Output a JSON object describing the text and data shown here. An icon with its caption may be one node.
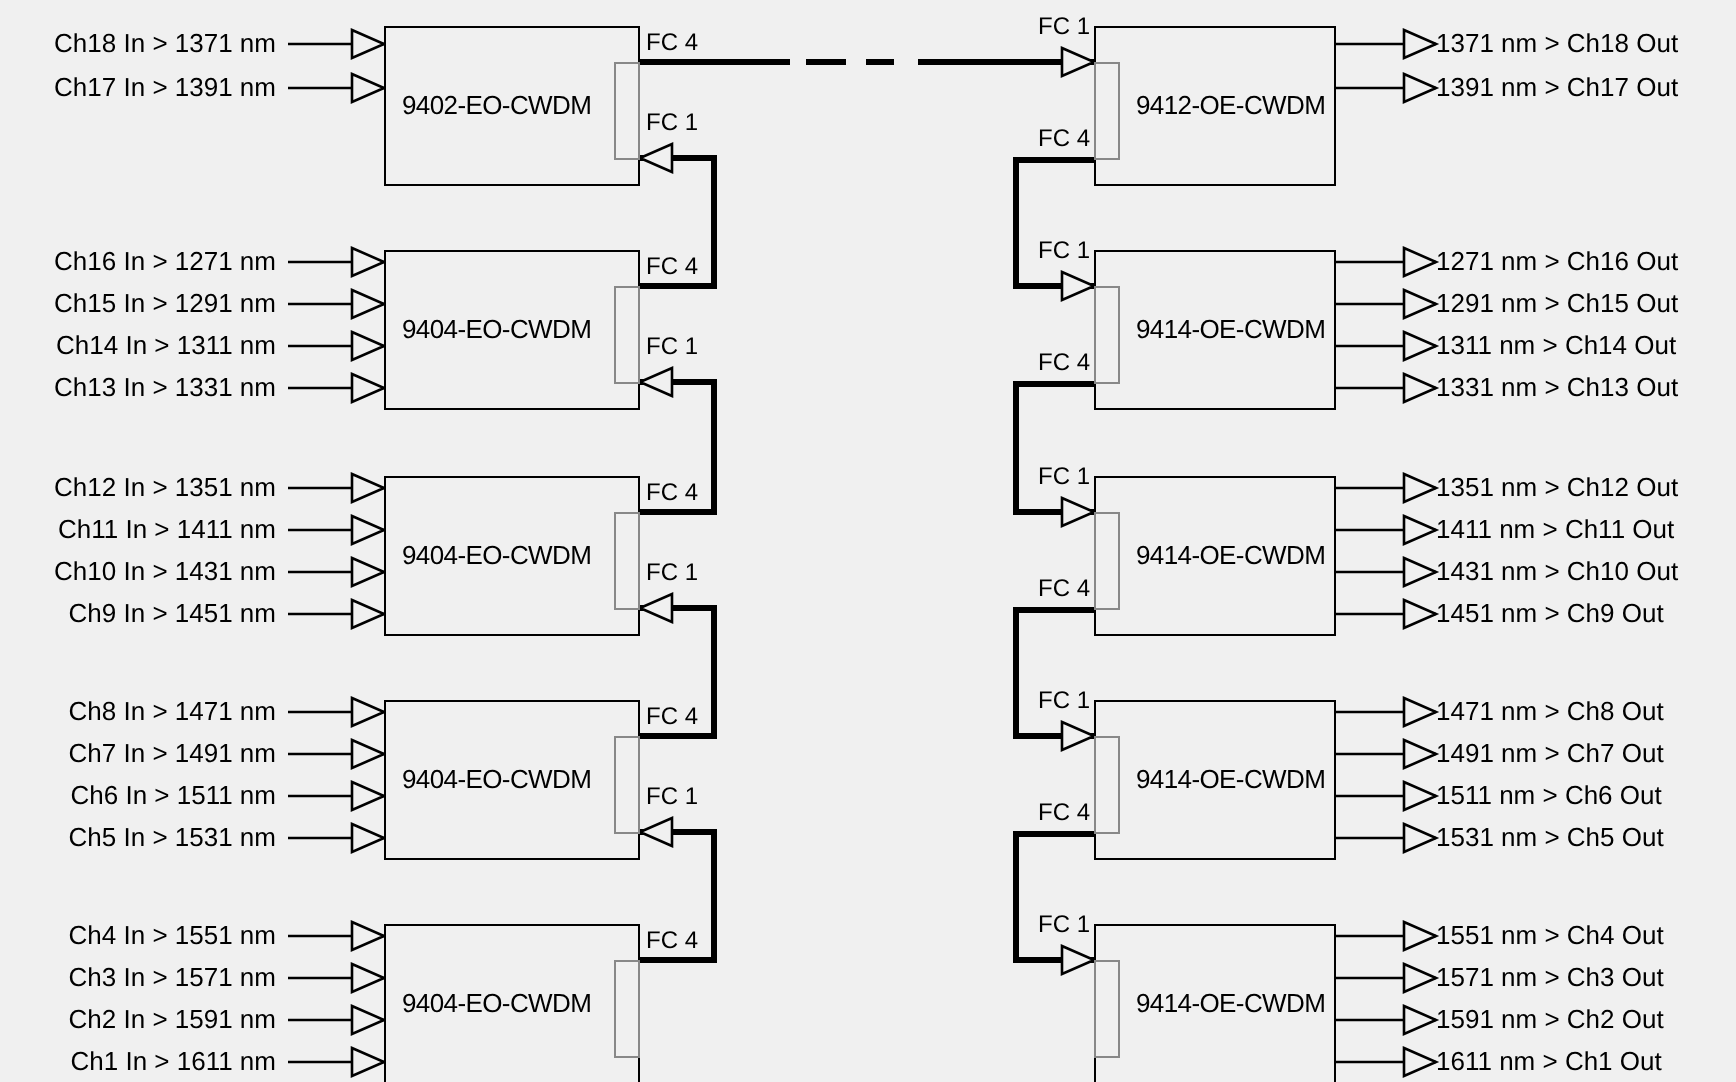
{
  "diagram": {
    "nodes": [
      {
        "text": [
          "Ch18 In > 1371 nm"
        ]
      },
      {
        "text": [
          "Ch17 In > 1391 nm"
        ]
      },
      {
        "text": [
          "9402-EO-CWDM"
        ],
        "beside": [
          "FC 4",
          "FC 1"
        ]
      },
      {
        "text": [
          "9412-OE-CWDM"
        ],
        "beside": [
          "FC 1",
          "FC 4"
        ]
      },
      {
        "text": [
          "1371 nm > Ch18 Out"
        ]
      },
      {
        "text": [
          "1391 nm > Ch17 Out"
        ]
      },
      {
        "text": [
          "Ch16 In > 1271 nm"
        ]
      },
      {
        "text": [
          "Ch15 In > 1291 nm"
        ]
      },
      {
        "text": [
          "Ch14 In > 1311 nm"
        ]
      },
      {
        "text": [
          "Ch13 In > 1331 nm"
        ]
      },
      {
        "text": [
          "9404-EO-CWDM"
        ],
        "beside": [
          "FC 4",
          "FC 1"
        ]
      },
      {
        "text": [
          "9414-OE-CWDM"
        ],
        "beside": [
          "FC 1",
          "FC 4"
        ]
      },
      {
        "text": [
          "1271 nm > Ch16 Out"
        ]
      },
      {
        "text": [
          "1291 nm > Ch15 Out"
        ]
      },
      {
        "text": [
          "1311 nm > Ch14 Out"
        ]
      },
      {
        "text": [
          "1331 nm > Ch13 Out"
        ]
      },
      {
        "text": [
          "Ch12 In > 1351 nm"
        ]
      },
      {
        "text": [
          "Ch11 In > 1411 nm"
        ]
      },
      {
        "text": [
          "Ch10 In > 1431 nm"
        ]
      },
      {
        "text": [
          "Ch9 In > 1451 nm"
        ]
      },
      {
        "text": [
          "9404-EO-CWDM"
        ],
        "beside": [
          "FC 4",
          "FC 1"
        ]
      },
      {
        "text": [
          "9414-OE-CWDM"
        ],
        "beside": [
          "FC 1",
          "FC 4"
        ]
      },
      {
        "text": [
          "1351 nm > Ch12 Out"
        ]
      },
      {
        "text": [
          "1411 nm > Ch11 Out"
        ]
      },
      {
        "text": [
          "1431 nm > Ch10 Out"
        ]
      },
      {
        "text": [
          "1451 nm > Ch9 Out"
        ]
      },
      {
        "text": [
          "Ch8 In > 1471 nm"
        ]
      },
      {
        "text": [
          "Ch7 In > 1491 nm"
        ]
      },
      {
        "text": [
          "Ch6 In > 1511 nm"
        ]
      },
      {
        "text": [
          "Ch5 In > 1531 nm"
        ]
      },
      {
        "text": [
          "9404-EO-CWDM"
        ],
        "beside": [
          "FC 4",
          "FC 1"
        ]
      },
      {
        "text": [
          "9414-OE-CWDM"
        ],
        "beside": [
          "FC 1",
          "FC 4"
        ]
      },
      {
        "text": [
          "1471 nm > Ch8 Out"
        ]
      },
      {
        "text": [
          "1491 nm > Ch7 Out"
        ]
      },
      {
        "text": [
          "1511 nm > Ch6 Out"
        ]
      },
      {
        "text": [
          "1531 nm > Ch5 Out"
        ]
      },
      {
        "text": [
          "Ch4 In > 1551 nm"
        ]
      },
      {
        "text": [
          "Ch3 In > 1571 nm"
        ]
      },
      {
        "text": [
          "Ch2 In > 1591 nm"
        ]
      },
      {
        "text": [
          "Ch1 In > 1611 nm"
        ]
      },
      {
        "text": [
          "9404-EO-CWDM"
        ],
        "beside": [
          "FC 4"
        ]
      },
      {
        "text": [
          "9414-OE-CWDM"
        ],
        "beside": [
          "FC 1"
        ]
      },
      {
        "text": [
          "1551 nm > Ch4 Out"
        ]
      },
      {
        "text": [
          "1571 nm > Ch3 Out"
        ]
      },
      {
        "text": [
          "1591 nm > Ch2 Out"
        ]
      },
      {
        "text": [
          "1611 nm > Ch1 Out"
        ]
      }
    ],
    "edges": [
      {
        "from": 0,
        "to": 2,
        "arrow": "to"
      },
      {
        "from": 1,
        "to": 2,
        "arrow": "to"
      },
      {
        "from": 2,
        "to": 3,
        "arrow": "to",
        "style": "dashed"
      },
      {
        "from": 3,
        "to": 4,
        "arrow": "to"
      },
      {
        "from": 3,
        "to": 5,
        "arrow": "to"
      },
      {
        "from": 6,
        "to": 10,
        "arrow": "to"
      },
      {
        "from": 7,
        "to": 10,
        "arrow": "to"
      },
      {
        "from": 8,
        "to": 10,
        "arrow": "to"
      },
      {
        "from": 9,
        "to": 10,
        "arrow": "to"
      },
      {
        "from": 10,
        "to": 2,
        "arrow": "to",
        "style": "thick"
      },
      {
        "from": 3,
        "to": 11,
        "arrow": "to",
        "style": "thick"
      },
      {
        "from": 11,
        "to": 12,
        "arrow": "to"
      },
      {
        "from": 11,
        "to": 13,
        "arrow": "to"
      },
      {
        "from": 11,
        "to": 14,
        "arrow": "to"
      },
      {
        "from": 11,
        "to": 15,
        "arrow": "to"
      },
      {
        "from": 16,
        "to": 20,
        "arrow": "to"
      },
      {
        "from": 17,
        "to": 20,
        "arrow": "to"
      },
      {
        "from": 18,
        "to": 20,
        "arrow": "to"
      },
      {
        "from": 19,
        "to": 20,
        "arrow": "to"
      },
      {
        "from": 20,
        "to": 10,
        "arrow": "to",
        "style": "thick"
      },
      {
        "from": 11,
        "to": 21,
        "arrow": "to",
        "style": "thick"
      },
      {
        "from": 21,
        "to": 22,
        "arrow": "to"
      },
      {
        "from": 21,
        "to": 23,
        "arrow": "to"
      },
      {
        "from": 21,
        "to": 24,
        "arrow": "to"
      },
      {
        "from": 21,
        "to": 25,
        "arrow": "to"
      },
      {
        "from": 26,
        "to": 30,
        "arrow": "to"
      },
      {
        "from": 27,
        "to": 30,
        "arrow": "to"
      },
      {
        "from": 28,
        "to": 30,
        "arrow": "to"
      },
      {
        "from": 29,
        "to": 30,
        "arrow": "to"
      },
      {
        "from": 30,
        "to": 20,
        "arrow": "to",
        "style": "thick"
      },
      {
        "from": 21,
        "to": 31,
        "arrow": "to",
        "style": "thick"
      },
      {
        "from": 31,
        "to": 32,
        "arrow": "to"
      },
      {
        "from": 31,
        "to": 33,
        "arrow": "to"
      },
      {
        "from": 31,
        "to": 34,
        "arrow": "to"
      },
      {
        "from": 31,
        "to": 35,
        "arrow": "to"
      },
      {
        "from": 36,
        "to": 40,
        "arrow": "to"
      },
      {
        "from": 37,
        "to": 40,
        "arrow": "to"
      },
      {
        "from": 38,
        "to": 40,
        "arrow": "to"
      },
      {
        "from": 39,
        "to": 40,
        "arrow": "to"
      },
      {
        "from": 40,
        "to": 30,
        "arrow": "to",
        "style": "thick"
      },
      {
        "from": 31,
        "to": 41,
        "arrow": "to",
        "style": "thick"
      },
      {
        "from": 41,
        "to": 42,
        "arrow": "to"
      },
      {
        "from": 41,
        "to": 43,
        "arrow": "to"
      },
      {
        "from": 41,
        "to": 44,
        "arrow": "to"
      },
      {
        "from": 41,
        "to": 45,
        "arrow": "to"
      }
    ]
  }
}
